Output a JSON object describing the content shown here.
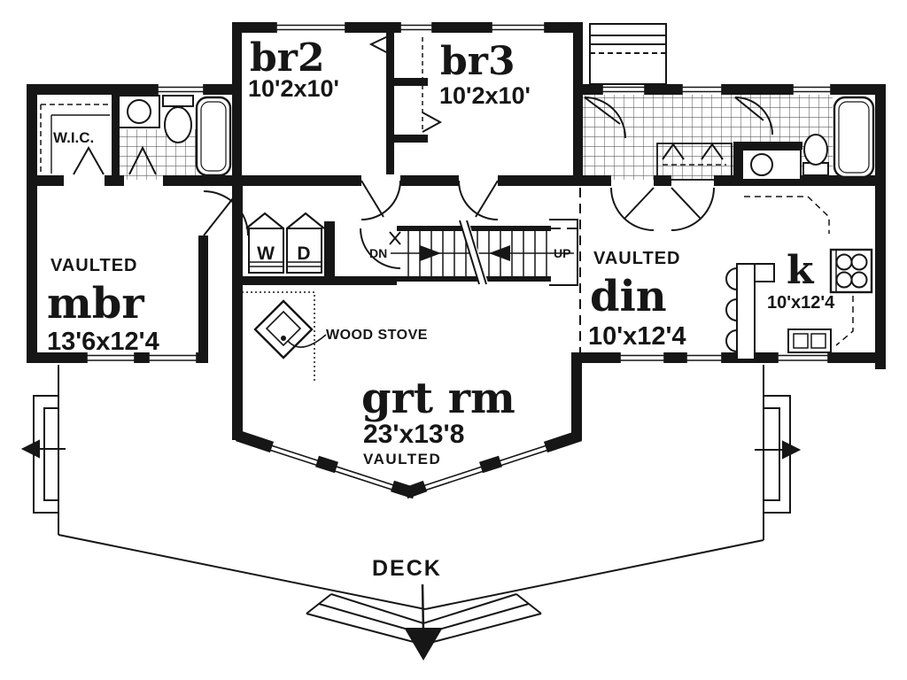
{
  "plan": {
    "colors": {
      "ink": "#161616",
      "paper": "#ffffff"
    },
    "rooms": {
      "br2": {
        "name": "br2",
        "dims": "10'2x10'"
      },
      "br3": {
        "name": "br3",
        "dims": "10'2x10'"
      },
      "wic": {
        "name": "W.I.C."
      },
      "mbr": {
        "name": "mbr",
        "dims": "13'6x12'4",
        "ceiling": "VAULTED"
      },
      "din": {
        "name": "din",
        "dims": "10'x12'4",
        "ceiling": "VAULTED"
      },
      "kitchen": {
        "name": "k",
        "dims": "10'x12'4"
      },
      "great_room": {
        "name": "grt rm",
        "dims": "23'x13'8",
        "ceiling": "VAULTED"
      },
      "deck": {
        "name": "DECK"
      }
    },
    "fixtures": {
      "washer": "W",
      "dryer": "D",
      "wood_stove": "WOOD STOVE"
    },
    "stairs": {
      "down": "DN",
      "up": "UP"
    }
  }
}
